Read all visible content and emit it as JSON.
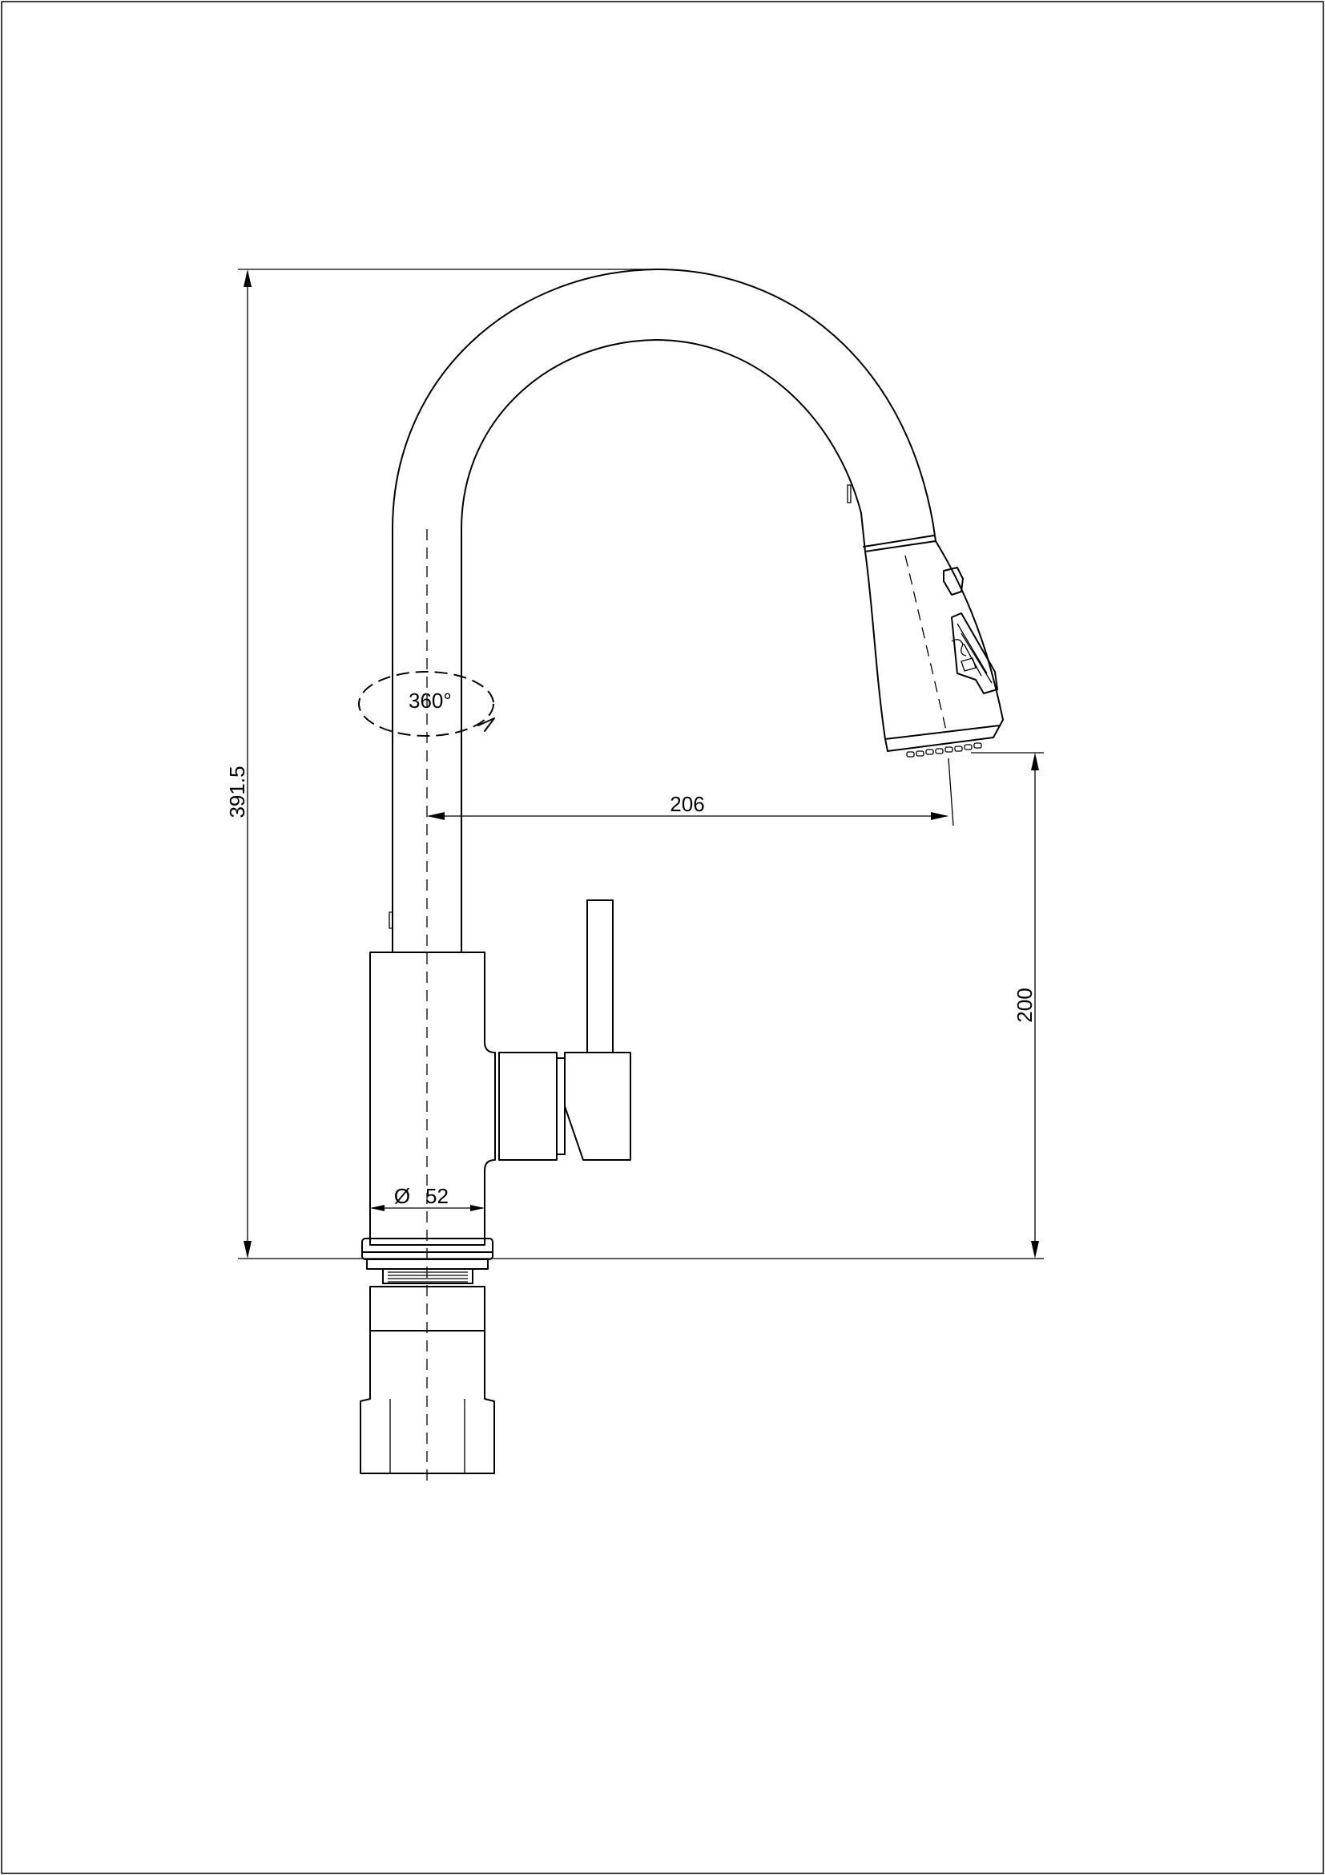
{
  "drawing": {
    "dimensions": {
      "total_height": "391.5",
      "spout_reach": "206",
      "spout_clearance": "200",
      "body_diameter": "52",
      "swivel_angle": "360°"
    },
    "symbols": {
      "diameter_symbol": "Ø"
    }
  }
}
